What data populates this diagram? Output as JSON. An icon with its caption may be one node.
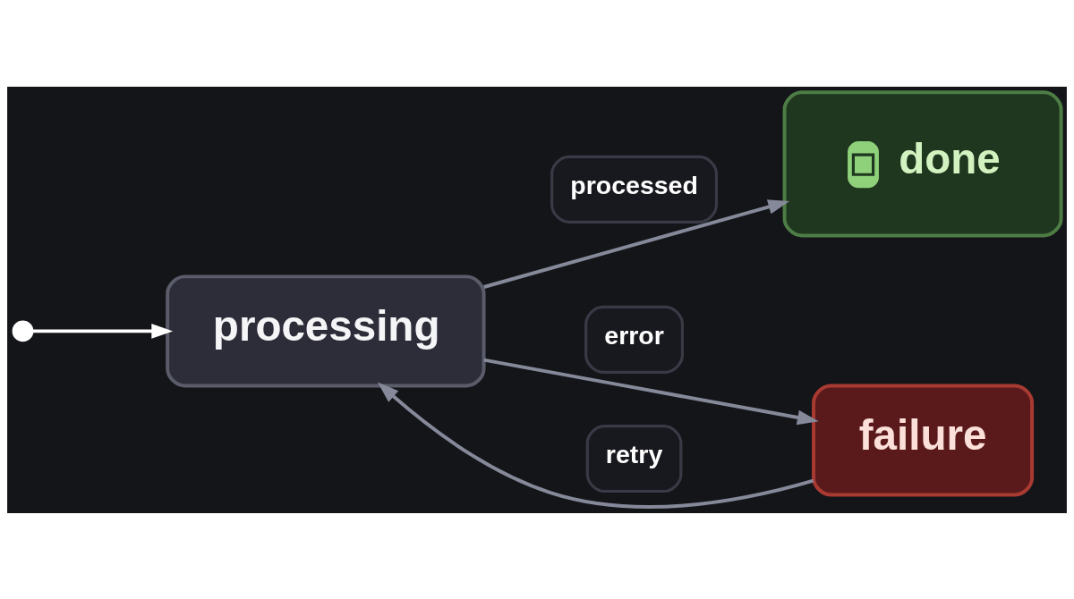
{
  "diagram": {
    "nodes": [
      {
        "text": [],
        "shape": "circle"
      },
      {
        "text": [
          "processing"
        ]
      },
      {
        "text": [
          "done"
        ]
      },
      {
        "text": [
          "failure"
        ]
      }
    ],
    "edges": [
      {
        "from": 0,
        "to": 1,
        "arrow": "to",
        "color": "#ffffff"
      },
      {
        "from": 1,
        "to": 2,
        "arrow": "to",
        "label": "processed"
      },
      {
        "from": 1,
        "to": 3,
        "arrow": "to",
        "label": "error"
      },
      {
        "from": 3,
        "to": 1,
        "arrow": "to",
        "label": "retry"
      }
    ]
  }
}
